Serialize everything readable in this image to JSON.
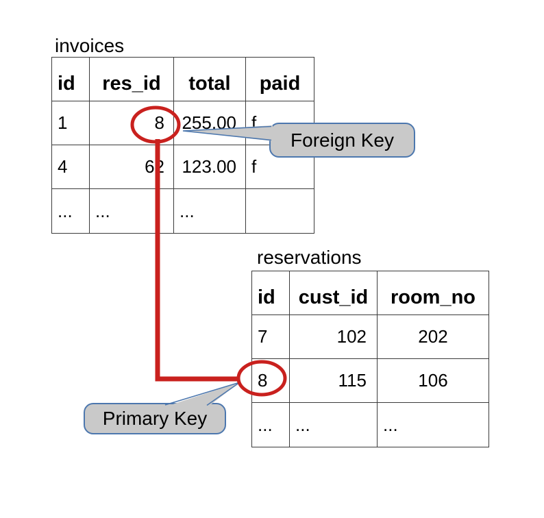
{
  "colors": {
    "highlight_red": "#c9211e",
    "callout_fill": "#c9c9c9",
    "callout_border": "#4c77ae",
    "table_border": "#3a3a3a"
  },
  "tables": {
    "invoices": {
      "title": "invoices",
      "columns": [
        "id",
        "res_id",
        "total",
        "paid"
      ],
      "rows": [
        [
          "1",
          "8",
          "255.00",
          "f"
        ],
        [
          "4",
          "62",
          "123.00",
          "f"
        ],
        [
          "...",
          "...",
          "...",
          ""
        ]
      ]
    },
    "reservations": {
      "title": "reservations",
      "columns": [
        "id",
        "cust_id",
        "room_no"
      ],
      "rows": [
        [
          "7",
          "102",
          "202"
        ],
        [
          "8",
          "115",
          "106"
        ],
        [
          "...",
          "...",
          "..."
        ]
      ]
    }
  },
  "callouts": {
    "foreign_key": {
      "label": "Foreign Key"
    },
    "primary_key": {
      "label": "Primary Key"
    }
  }
}
